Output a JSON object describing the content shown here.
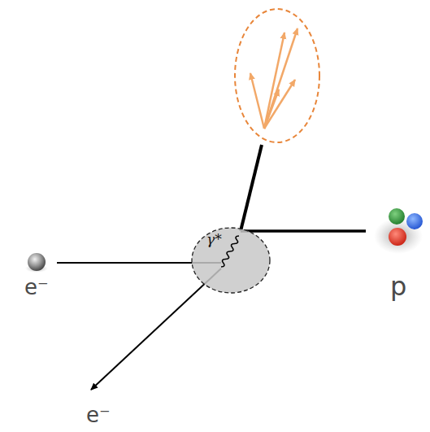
{
  "diagram": {
    "nodes": [
      {
        "text": [
          "γ*"
        ]
      }
    ],
    "labels": [
      "e⁻",
      "e⁻",
      "p"
    ]
  }
}
